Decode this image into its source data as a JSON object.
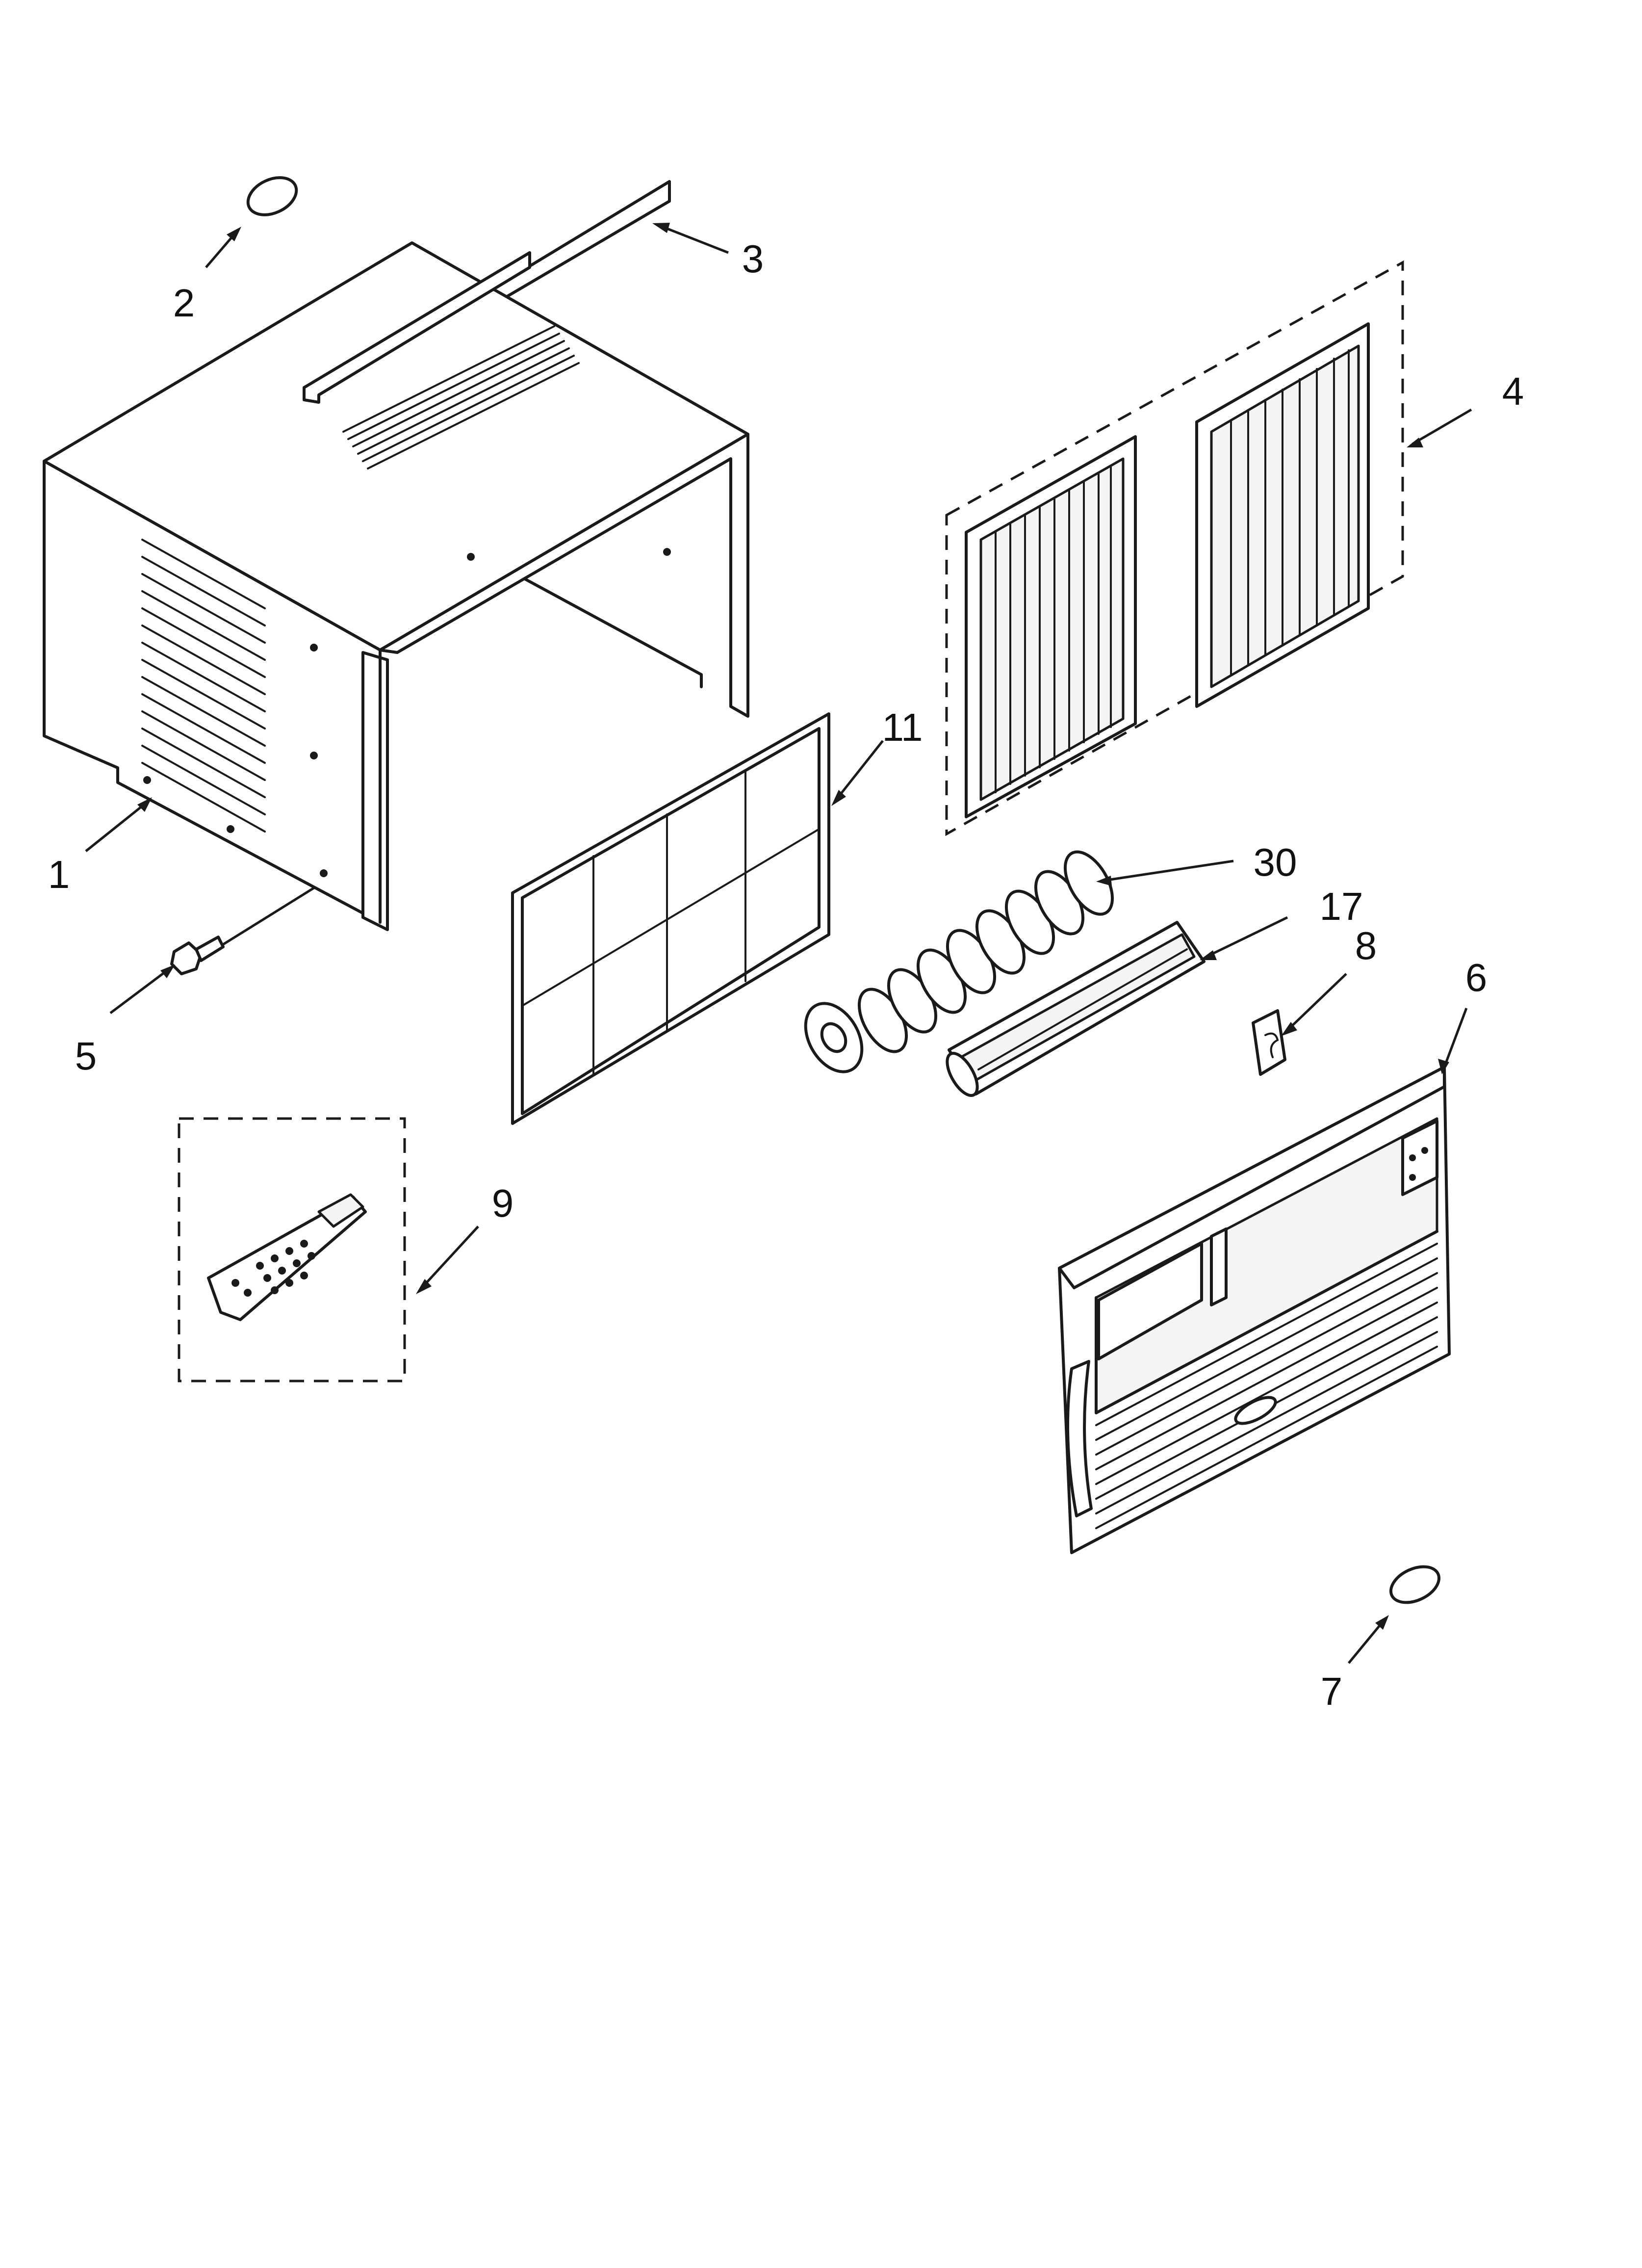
{
  "callouts": {
    "c1": "1",
    "c2": "2",
    "c3": "3",
    "c4": "4",
    "c5": "5",
    "c6": "6",
    "c7": "7",
    "c8": "8",
    "c9": "9",
    "c11": "11",
    "c17": "17",
    "c30": "30"
  },
  "parts": [
    {
      "callout": "1",
      "icon": "cabinet-icon"
    },
    {
      "callout": "2",
      "icon": "gasket-oval-icon"
    },
    {
      "callout": "3",
      "icon": "top-rail-icon"
    },
    {
      "callout": "4",
      "icon": "side-curtain-icon"
    },
    {
      "callout": "5",
      "icon": "screw-icon"
    },
    {
      "callout": "6",
      "icon": "front-grille-icon"
    },
    {
      "callout": "7",
      "icon": "badge-oval-icon"
    },
    {
      "callout": "8",
      "icon": "bracket-clip-icon"
    },
    {
      "callout": "9",
      "icon": "remote-control-icon"
    },
    {
      "callout": "11",
      "icon": "air-filter-icon"
    },
    {
      "callout": "17",
      "icon": "louver-icon"
    },
    {
      "callout": "30",
      "icon": "blower-wheel-icon"
    }
  ],
  "colors": {
    "line": "#1a1a1a",
    "background": "#ffffff"
  }
}
